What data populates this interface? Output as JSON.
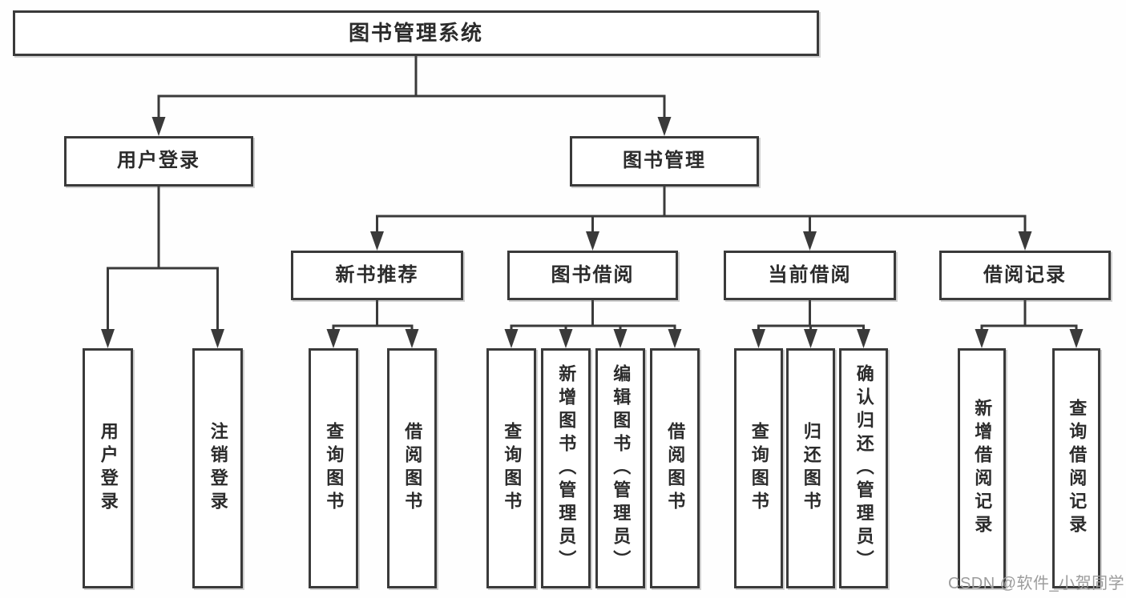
{
  "diagram": {
    "title": "图书管理系统",
    "watermark": "CSDN @软件_小贺同学",
    "colors": {
      "line": "#3a3a3a",
      "text": "#2b2b2b",
      "box_border": "#3a3a3a",
      "box_background": "#ffffff",
      "watermark": "#9c9c9c",
      "page_background": "#fefefe"
    },
    "nodes": [
      {
        "id": "root",
        "label": "图书管理系统"
      },
      {
        "id": "user-login",
        "label": "用户登录"
      },
      {
        "id": "book-mgmt",
        "label": "图书管理"
      },
      {
        "id": "new-books",
        "label": "新书推荐"
      },
      {
        "id": "book-borrow",
        "label": "图书借阅"
      },
      {
        "id": "current-borrow",
        "label": "当前借阅"
      },
      {
        "id": "borrow-records",
        "label": "借阅记录"
      },
      {
        "id": "leaf-user-login",
        "label": "用户登录"
      },
      {
        "id": "leaf-logout",
        "label": "注销登录"
      },
      {
        "id": "leaf-nb-query",
        "label": "查询图书"
      },
      {
        "id": "leaf-nb-borrow",
        "label": "借阅图书"
      },
      {
        "id": "leaf-bb-query",
        "label": "查询图书"
      },
      {
        "id": "leaf-bb-add",
        "label": "新增图书（管理员）"
      },
      {
        "id": "leaf-bb-edit",
        "label": "编辑图书（管理员）"
      },
      {
        "id": "leaf-bb-borrow",
        "label": "借阅图书"
      },
      {
        "id": "leaf-cb-query",
        "label": "查询图书"
      },
      {
        "id": "leaf-cb-return",
        "label": "归还图书"
      },
      {
        "id": "leaf-cb-confirm",
        "label": "确认归还（管理员）"
      },
      {
        "id": "leaf-br-add",
        "label": "新增借阅记录"
      },
      {
        "id": "leaf-br-query",
        "label": "查询借阅记录"
      }
    ],
    "hierarchy": {
      "label": "图书管理系统",
      "children": [
        {
          "label": "用户登录",
          "children": [
            {
              "label": "用户登录"
            },
            {
              "label": "注销登录"
            }
          ]
        },
        {
          "label": "图书管理",
          "children": [
            {
              "label": "新书推荐",
              "children": [
                {
                  "label": "查询图书"
                },
                {
                  "label": "借阅图书"
                }
              ]
            },
            {
              "label": "图书借阅",
              "children": [
                {
                  "label": "查询图书"
                },
                {
                  "label": "新增图书（管理员）"
                },
                {
                  "label": "编辑图书（管理员）"
                },
                {
                  "label": "借阅图书"
                }
              ]
            },
            {
              "label": "当前借阅",
              "children": [
                {
                  "label": "查询图书"
                },
                {
                  "label": "归还图书"
                },
                {
                  "label": "确认归还（管理员）"
                }
              ]
            },
            {
              "label": "借阅记录",
              "children": [
                {
                  "label": "新增借阅记录"
                },
                {
                  "label": "查询借阅记录"
                }
              ]
            }
          ]
        }
      ]
    }
  }
}
